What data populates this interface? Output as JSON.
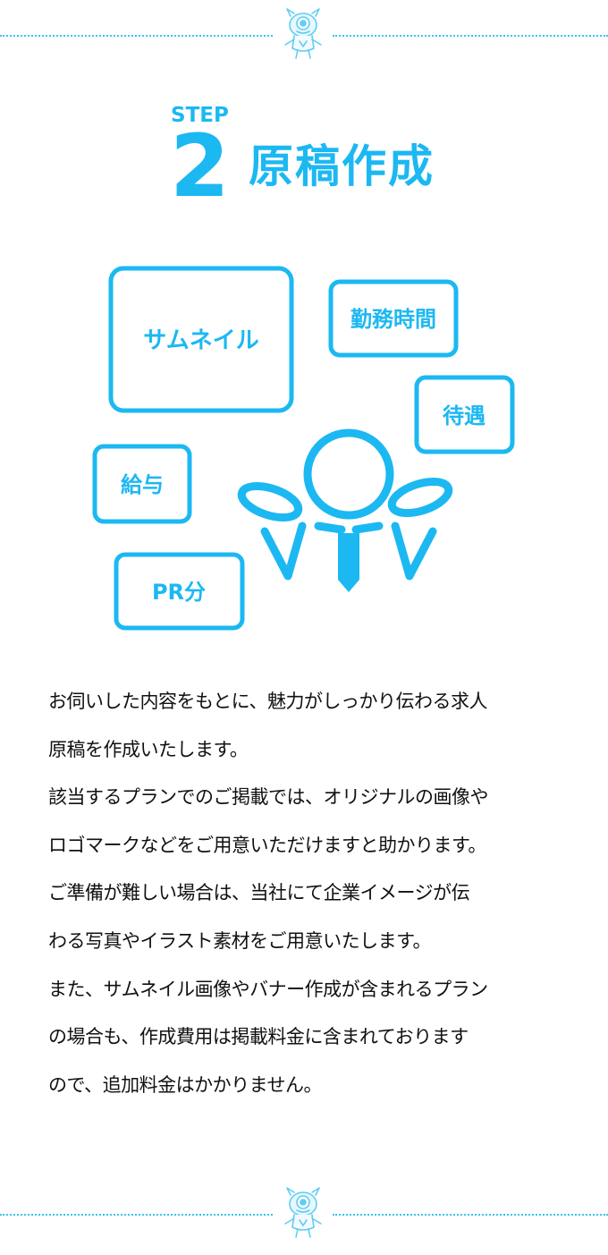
{
  "step": {
    "label": "STEP",
    "number": "2",
    "title": "原稿作成"
  },
  "illustration": {
    "boxes": [
      {
        "name": "thumbnail-box",
        "label": "サムネイル"
      },
      {
        "name": "working-hours-box",
        "label": "勤務時間"
      },
      {
        "name": "benefits-box",
        "label": "待遇"
      },
      {
        "name": "salary-box",
        "label": "給与"
      },
      {
        "name": "pr-box",
        "label": "PR分"
      }
    ],
    "figure_icon": "person-shrugging-icon"
  },
  "body": {
    "lines": [
      "お伺いした内容をもとに、魅力がしっかり伝わる求人",
      "原稿を作成いたします。",
      "該当するプランでのご掲載では、オリジナルの画像や",
      "ロゴマークなどをご用意いただけますと助かります。",
      "ご準備が難しい場合は、当社にて企業イメージが伝",
      "わる写真やイラスト素材をご用意いたします。",
      "また、サムネイル画像やバナー作成が含まれるプラン",
      "の場合も、作成費用は掲載料金に含まれております",
      "ので、追加料金はかかりません。"
    ]
  },
  "dividers": {
    "icon": "mascot-icon"
  },
  "colors": {
    "accent": "#1cb8f2",
    "divider": "#38c5f0",
    "text": "#111111"
  }
}
